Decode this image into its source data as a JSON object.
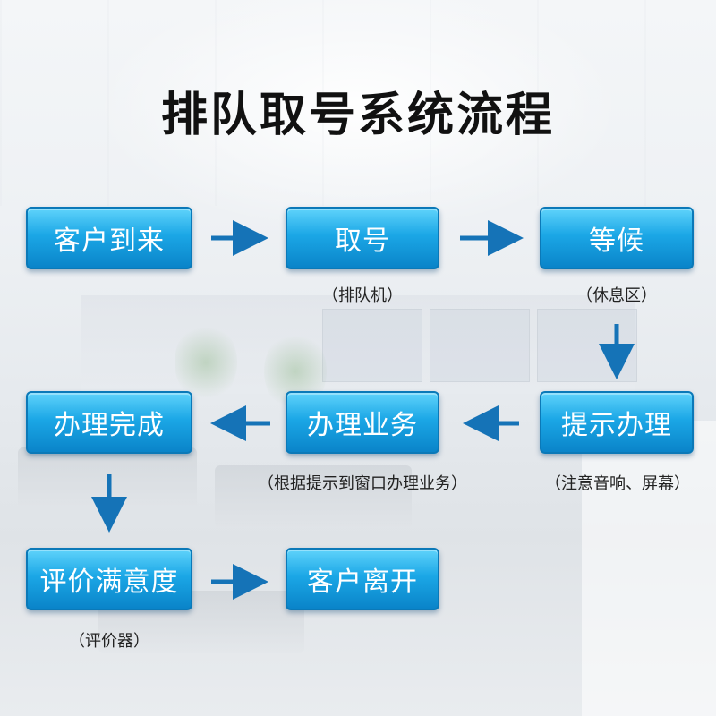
{
  "title": "排队取号系统流程",
  "steps": {
    "arrive": "客户到来",
    "take_number": "取号",
    "wait": "等候",
    "prompt": "提示办理",
    "handle": "办理业务",
    "complete": "办理完成",
    "evaluate": "评价满意度",
    "leave": "客户离开"
  },
  "captions": {
    "take_number": "（排队机）",
    "wait": "（休息区）",
    "prompt": "（注意音响、屏幕）",
    "handle": "（根据提示到窗口办理业务）",
    "evaluate": "（评价器）"
  },
  "colors": {
    "box": "#1ba7e6",
    "arrow": "#1573b7",
    "title": "#111111"
  }
}
